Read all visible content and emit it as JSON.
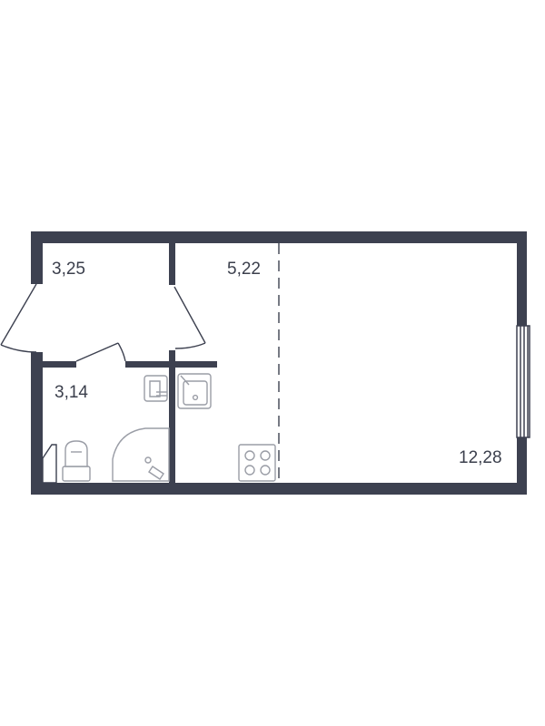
{
  "colors": {
    "wall": "#3d4150",
    "fixture_stroke": "#9a9da6",
    "text": "#3b3f4c",
    "background": "#ffffff"
  },
  "rooms": [
    {
      "id": "hall",
      "area": "3,25"
    },
    {
      "id": "kitchen",
      "area": "5,22"
    },
    {
      "id": "bathroom",
      "area": "3,14"
    },
    {
      "id": "living",
      "area": "12,28"
    }
  ]
}
